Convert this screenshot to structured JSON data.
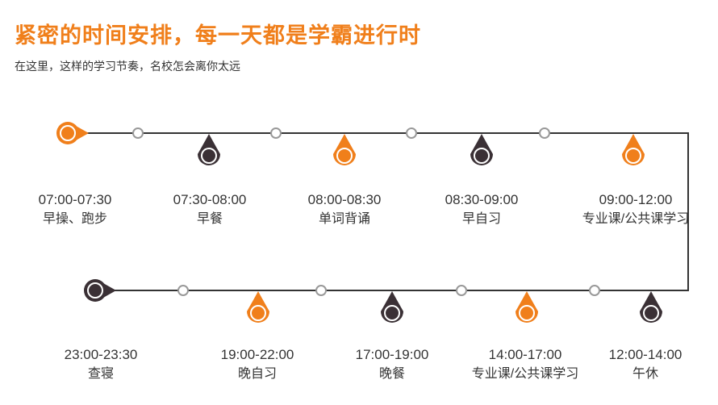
{
  "header": {
    "title": "紧密的时间安排，每一天都是学霸进行时",
    "subtitle": "在这里，这样的学习节奏，名校怎会离你太远"
  },
  "colors": {
    "accent": "#f07f1b",
    "dark": "#3a3035",
    "line": "#333333",
    "connector": "#999999"
  },
  "schedule": [
    {
      "time": "07:00-07:30",
      "activity": "早操、跑步",
      "color": "orange"
    },
    {
      "time": "07:30-08:00",
      "activity": "早餐",
      "color": "dark"
    },
    {
      "time": "08:00-08:30",
      "activity": "单词背诵",
      "color": "orange"
    },
    {
      "time": "08:30-09:00",
      "activity": "早自习",
      "color": "dark"
    },
    {
      "time": "09:00-12:00",
      "activity": "专业课/公共课学习",
      "color": "orange"
    },
    {
      "time": "12:00-14:00",
      "activity": "午休",
      "color": "dark"
    },
    {
      "time": "14:00-17:00",
      "activity": "专业课/公共课学习",
      "color": "orange"
    },
    {
      "time": "17:00-19:00",
      "activity": "晚餐",
      "color": "dark"
    },
    {
      "time": "19:00-22:00",
      "activity": "晚自习",
      "color": "orange"
    },
    {
      "time": "23:00-23:30",
      "activity": "查寝",
      "color": "dark"
    }
  ]
}
